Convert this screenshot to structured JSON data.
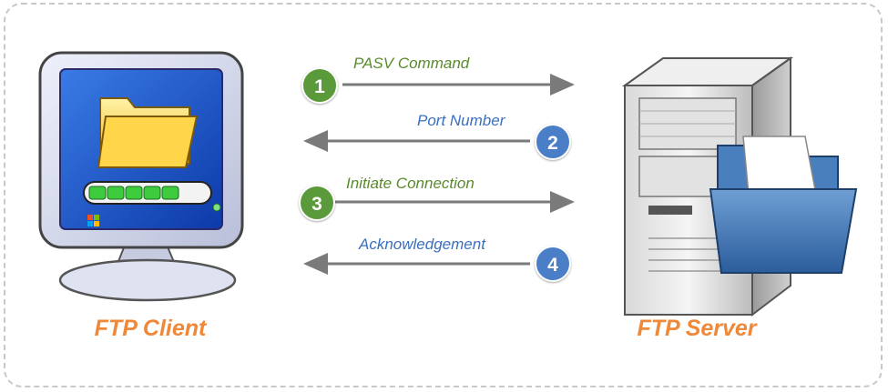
{
  "client": {
    "label": "FTP Client"
  },
  "server": {
    "label": "FTP Server"
  },
  "steps": [
    {
      "number": "1",
      "label": "PASV Command",
      "direction": "to-server",
      "color": "#5a9a3a"
    },
    {
      "number": "2",
      "label": "Port Number",
      "direction": "to-client",
      "color": "#4a7fc8"
    },
    {
      "number": "3",
      "label": "Initiate Connection",
      "direction": "to-server",
      "color": "#5a9a3a"
    },
    {
      "number": "4",
      "label": "Acknowledgement",
      "direction": "to-client",
      "color": "#4a7fc8"
    }
  ],
  "colors": {
    "caption": "#f0883a",
    "green_text": "#5a8a2e",
    "blue_text": "#3a6fc0",
    "arrow": "#7a7a7a"
  }
}
